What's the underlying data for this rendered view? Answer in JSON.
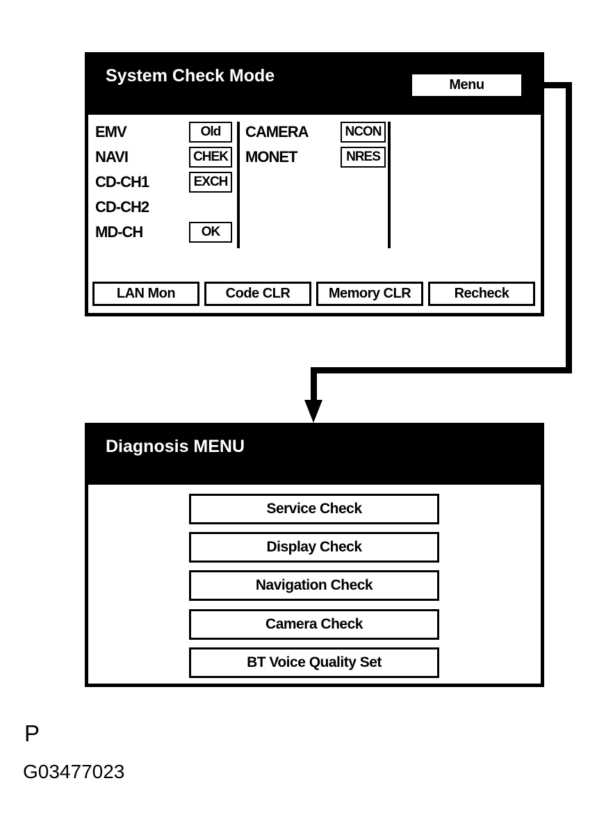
{
  "screen1": {
    "title": "System Check Mode",
    "menu_button": "Menu",
    "left_items": [
      {
        "label": "EMV",
        "status": "Old"
      },
      {
        "label": "NAVI",
        "status": "CHEK"
      },
      {
        "label": "CD-CH1",
        "status": "EXCH"
      },
      {
        "label": "CD-CH2",
        "status": ""
      },
      {
        "label": "MD-CH",
        "status": "OK"
      }
    ],
    "right_items": [
      {
        "label": "CAMERA",
        "status": "NCON"
      },
      {
        "label": "MONET",
        "status": "NRES"
      }
    ],
    "bottom_buttons": [
      "LAN Mon",
      "Code CLR",
      "Memory CLR",
      "Recheck"
    ]
  },
  "screen2": {
    "title": "Diagnosis MENU",
    "buttons": [
      "Service Check",
      "Display Check",
      "Navigation Check",
      "Camera Check",
      "BT Voice Quality Set"
    ]
  },
  "footer": {
    "page_label": "P",
    "figure_code": "G03477023"
  },
  "colors": {
    "ink": "#000000",
    "paper": "#ffffff"
  }
}
